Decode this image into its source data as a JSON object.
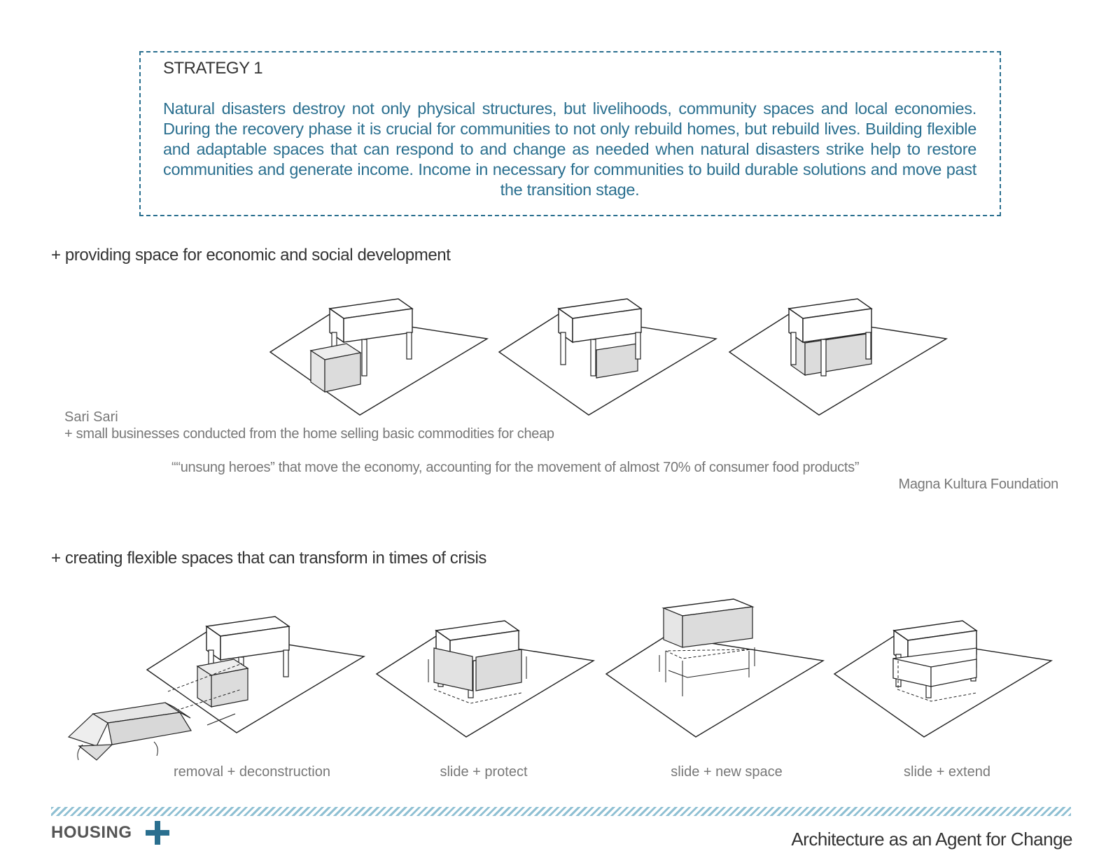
{
  "strategy": {
    "title": "STRATEGY 1",
    "body": "Natural disasters destroy not only physical structures, but livelihoods, community spaces and local economies. During the recovery phase it is crucial for communities to not only rebuild homes, but rebuild lives. Building flexible and adaptable spaces that can respond to and change as needed when natural disasters strike help to restore communities and generate income. Income in necessary for communities to build durable solutions and move past the transition stage."
  },
  "section1": {
    "heading": "+ providing space for economic and social development",
    "note_title": "Sari Sari",
    "note_text": "+ small businesses conducted from the home selling basic commodities for cheap",
    "quote": "““unsung heroes” that move the economy, accounting for the movement of almost 70% of consumer food products”",
    "quote_source": "Magna Kultura Foundation"
  },
  "section2": {
    "heading": "+ creating flexible spaces that can transform in times of crisis",
    "captions": [
      "removal + deconstruction",
      "slide + protect",
      "slide + new space",
      "slide + extend"
    ]
  },
  "footer": {
    "logo_text": "HOUSING",
    "tagline": "Architecture as an Agent for Change",
    "accent_color": "#2a6f8f"
  }
}
